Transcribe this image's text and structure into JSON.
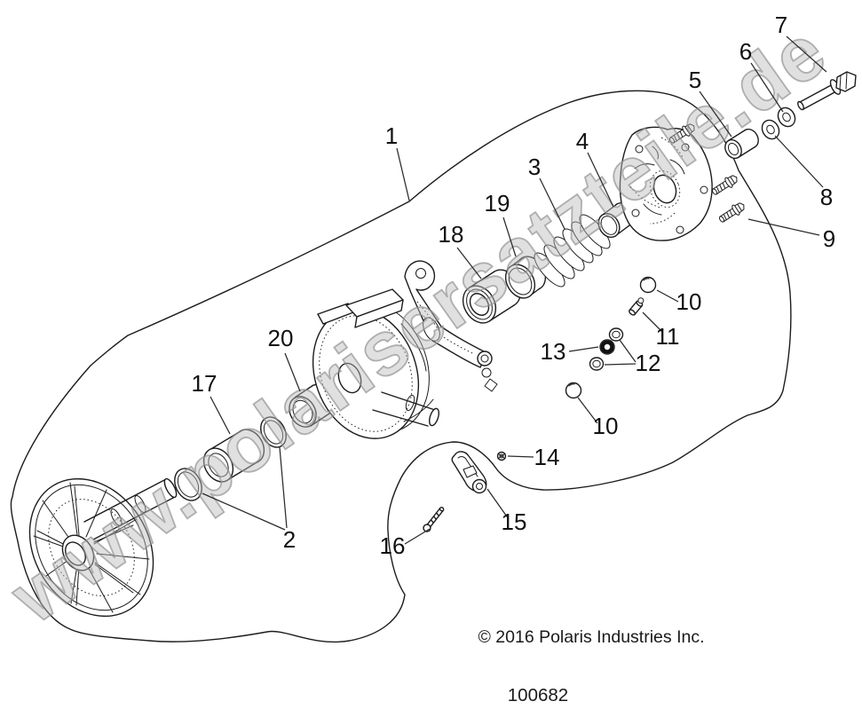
{
  "watermark": {
    "text": "www.polarisersatzteile.de"
  },
  "footer": {
    "copyright": "© 2016 Polaris Industries Inc.",
    "part_number": "100682"
  },
  "callouts": {
    "c1": "1",
    "c2": "2",
    "c3": "3",
    "c4": "4",
    "c5": "5",
    "c6": "6",
    "c7": "7",
    "c8": "8",
    "c9": "9",
    "c10a": "10",
    "c10b": "10",
    "c11": "11",
    "c12": "12",
    "c13": "13",
    "c14": "14",
    "c15": "15",
    "c16": "16",
    "c17": "17",
    "c18": "18",
    "c19": "19",
    "c20": "20"
  }
}
